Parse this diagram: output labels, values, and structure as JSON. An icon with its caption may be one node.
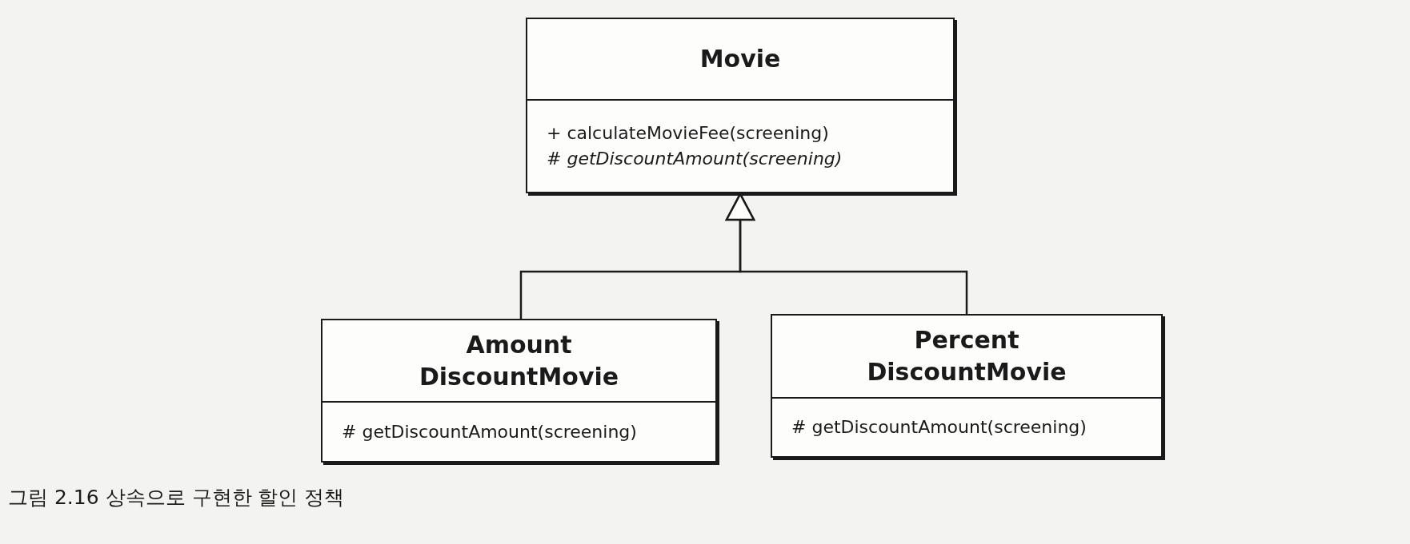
{
  "diagram": {
    "caption": "그림 2.16 상속으로 구현한 할인 정책",
    "nodes": [
      {
        "text": [
          "Movie",
          "+ calculateMovieFee(screening)",
          "# getDiscountAmount(screening)"
        ]
      },
      {
        "text": [
          "Amount DiscountMovie",
          "# getDiscountAmount(screening)"
        ]
      },
      {
        "text": [
          "Percent DiscountMovie",
          "# getDiscountAmount(screening)"
        ]
      }
    ],
    "edges": [
      {
        "from": 1,
        "to": 0,
        "arrow": "to"
      },
      {
        "from": 2,
        "to": 0,
        "arrow": "to"
      }
    ]
  }
}
